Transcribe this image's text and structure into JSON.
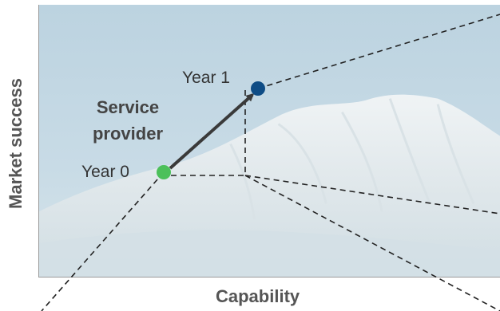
{
  "axes": {
    "x_title": "Capability",
    "y_title": "Market success"
  },
  "points": {
    "year0": {
      "label": "Year 0",
      "color": "#4cc05a"
    },
    "year1": {
      "label": "Year 1",
      "color": "#0e4c85"
    }
  },
  "annotation": {
    "line1": "Service",
    "line2": "provider"
  },
  "colors": {
    "background_sky": "#c4d8e3",
    "mountain": "#e7ecee",
    "arrow": "#3a3a3a",
    "dashes": "#222222"
  }
}
